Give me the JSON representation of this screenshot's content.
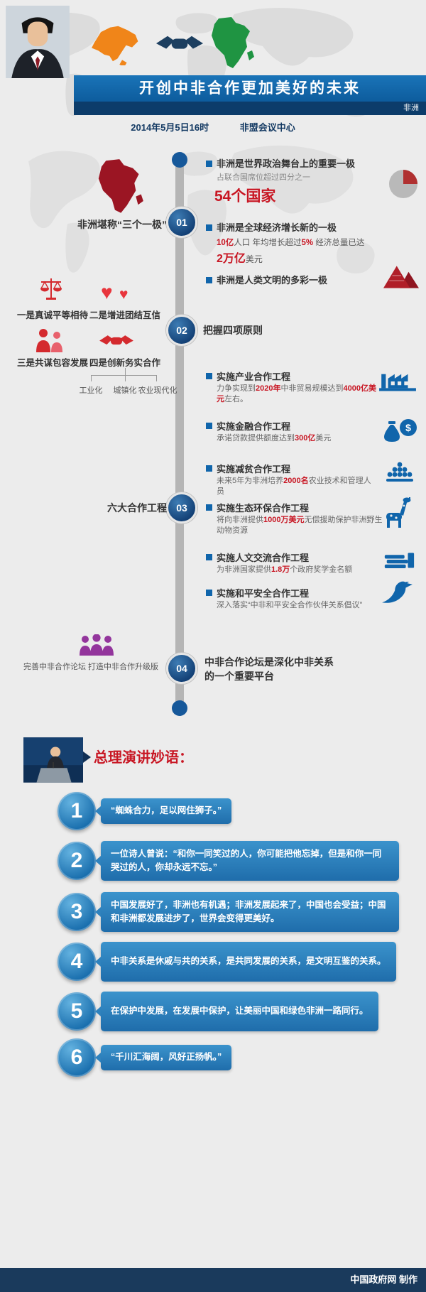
{
  "header": {
    "title": "开创中非合作更加美好的未来",
    "tag": "非洲",
    "datetime": "2014年5月5日16时",
    "venue": "非盟会议中心"
  },
  "colors": {
    "banner_blue": "#1065ab",
    "navy": "#0c3c6a",
    "accent_red": "#c81623",
    "africa_dark_red": "#9b1523",
    "china_orange": "#f08519",
    "africa_green": "#1f9442",
    "purple": "#93359c",
    "quote_blue": "#2a7fc0",
    "timeline_gray": "#b5b5b5"
  },
  "sections": {
    "one": {
      "num": "01",
      "label": "非洲堪称“三个一极”",
      "bullet1": "非洲是世界政治舞台上的重要一极",
      "bullet1_sub": "占联合国席位超过四分之一",
      "bullet1_big": "54个国家",
      "bullet2": "非洲是全球经济增长新的一极",
      "bullet2_line1": [
        {
          "t": "10亿",
          "c": "red"
        },
        {
          "t": "人口 年均增长超过",
          "c": ""
        },
        {
          "t": "5%",
          "c": "red"
        },
        {
          "t": " 经济总量已达",
          "c": ""
        }
      ],
      "bullet2_line2": [
        {
          "t": "2万亿",
          "c": "red big"
        },
        {
          "t": "美元",
          "c": ""
        }
      ],
      "bullet3": "非洲是人类文明的多彩一极"
    },
    "two": {
      "num": "02",
      "label": "把握四项原则",
      "p1": "一是真诚平等相待",
      "p2": "二是增进团结互信",
      "p3": "三是共谋包容发展",
      "p4": "四是创新务实合作",
      "subs": [
        "工业化",
        "城镇化",
        "农业现代化"
      ]
    },
    "three": {
      "num": "03",
      "label": "六大合作工程",
      "projects": [
        {
          "title": "实施产业合作工程",
          "icon": "industry-icon",
          "desc": [
            {
              "t": "力争实现到",
              "c": ""
            },
            {
              "t": "2020年",
              "c": "red"
            },
            {
              "t": "中非贸易规模达到",
              "c": ""
            },
            {
              "t": "4000亿美元",
              "c": "red"
            },
            {
              "t": "左右。",
              "c": ""
            }
          ]
        },
        {
          "title": "实施金融合作工程",
          "icon": "finance-icon",
          "desc": [
            {
              "t": "承诺贷款提供额度达到",
              "c": ""
            },
            {
              "t": "300亿",
              "c": "red"
            },
            {
              "t": "美元",
              "c": ""
            }
          ]
        },
        {
          "title": "实施减贫合作工程",
          "icon": "poverty-icon",
          "desc": [
            {
              "t": "未来5年为非洲培养",
              "c": ""
            },
            {
              "t": "2000名",
              "c": "red"
            },
            {
              "t": "农业技术和管理人员",
              "c": ""
            }
          ]
        },
        {
          "title": "实施生态环保合作工程",
          "icon": "eco-icon",
          "desc": [
            {
              "t": "将向非洲提供",
              "c": ""
            },
            {
              "t": "1000万美元",
              "c": "red"
            },
            {
              "t": "无偿援助保护非洲野生动物资源",
              "c": ""
            }
          ]
        },
        {
          "title": "实施人文交流合作工程",
          "icon": "culture-icon",
          "desc": [
            {
              "t": "为非洲国家提供",
              "c": ""
            },
            {
              "t": "1.8万",
              "c": "red"
            },
            {
              "t": "个政府奖学金名额",
              "c": ""
            }
          ]
        },
        {
          "title": "实施和平安全合作工程",
          "icon": "peace-icon",
          "desc": [
            {
              "t": "深入落实“中非和平安全合作伙伴关系倡议”",
              "c": ""
            }
          ]
        }
      ]
    },
    "four": {
      "num": "04",
      "note": "完善中非合作论坛 打造中非合作升级版",
      "text1": "中非合作论坛是深化中非关系",
      "text2": "的一个重要平台"
    }
  },
  "quotes": {
    "heading": "总理演讲妙语：",
    "items": [
      {
        "num": "1",
        "text": "“蜘蛛合力，足以网住狮子。”"
      },
      {
        "num": "2",
        "text": "一位诗人曾说：“和你一同笑过的人，你可能把他忘掉，但是和你一同哭过的人，你却永远不忘。”"
      },
      {
        "num": "3",
        "text": "中国发展好了，非洲也有机遇；非洲发展起来了，中国也会受益；中国和非洲都发展进步了，世界会变得更美好。"
      },
      {
        "num": "4",
        "text": "中非关系是休戚与共的关系，是共同发展的关系，是文明互鉴的关系。"
      },
      {
        "num": "5",
        "text": "在保护中发展，在发展中保护，让美丽中国和绿色非洲一路同行。"
      },
      {
        "num": "6",
        "text": "“千川汇海阔，风好正扬帆。”"
      }
    ]
  },
  "footer": {
    "credit": "中国政府网 制作"
  }
}
